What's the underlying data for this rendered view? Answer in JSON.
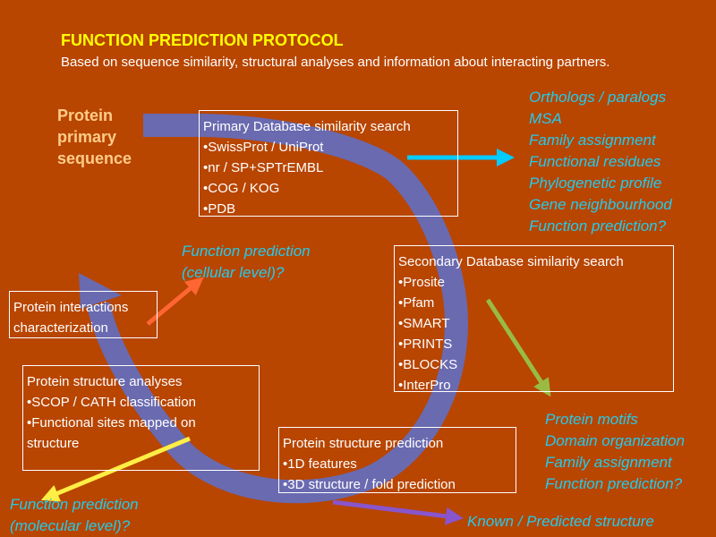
{
  "header": {
    "title": "FUNCTION PREDICTION PROTOCOL",
    "subtitle": "Based on sequence similarity, structural analyses and information about interacting partners."
  },
  "start_label": [
    "Protein",
    "primary",
    "sequence"
  ],
  "boxes": {
    "primary": {
      "title": "Primary Database similarity search",
      "items": [
        "•SwissProt / UniProt",
        "•nr / SP+SPTrEMBL",
        "•COG / KOG",
        "•PDB"
      ]
    },
    "secondary": {
      "title": "Secondary Database similarity search",
      "items": [
        "•Prosite",
        "•Pfam",
        "•SMART",
        "•PRINTS",
        "•BLOCKS",
        "•InterPro"
      ]
    },
    "structure_prediction": {
      "title": "Protein structure  prediction",
      "items": [
        "•1D features",
        "•3D structure / fold prediction"
      ]
    },
    "structure_analyses": {
      "title": "Protein structure analyses",
      "items": [
        "•SCOP / CATH classification",
        "•Functional sites mapped on",
        "structure"
      ]
    },
    "interactions": {
      "lines": [
        "Protein interactions",
        "characterization"
      ]
    }
  },
  "outputs": {
    "orthologs": [
      "Orthologs / paralogs",
      "MSA",
      "Family assignment",
      "Functional residues",
      "Phylogenetic profile",
      "Gene neighbourhood",
      "Function prediction?"
    ],
    "motifs": [
      "Protein motifs",
      "Domain organization",
      "Family assignment",
      "Function prediction?"
    ],
    "known_structure": "Known / Predicted  structure",
    "cellular": [
      "Function prediction",
      "(cellular level)?"
    ],
    "molecular": [
      "Function prediction",
      "(molecular level)?"
    ]
  },
  "colors": {
    "background": "#b84500",
    "title": "#ffff00",
    "flow_arrow": "#6a6ab0",
    "output_text": "#22ccee",
    "arrow_cyan": "#00ccff",
    "arrow_green": "#99bb44",
    "arrow_purple": "#8855cc",
    "arrow_orange": "#ff6633",
    "arrow_yellow": "#ffee44"
  }
}
